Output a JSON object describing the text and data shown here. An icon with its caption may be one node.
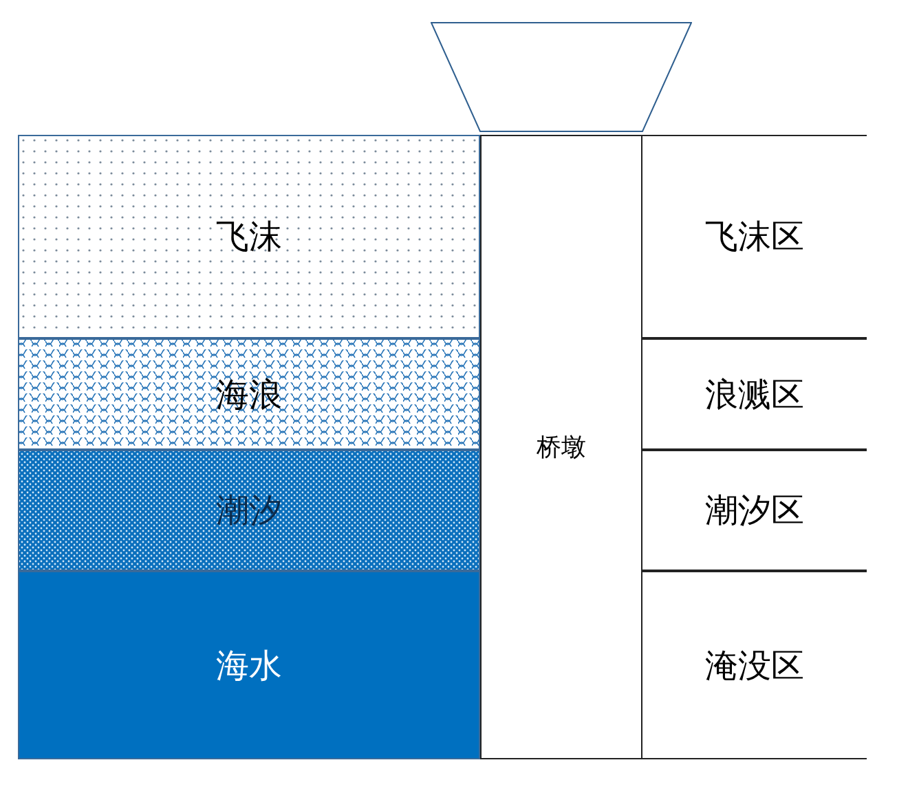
{
  "diagram": {
    "nodes": [
      {
        "text": [
          "飞沫"
        ]
      },
      {
        "text": [
          "海浪"
        ]
      },
      {
        "text": [
          "潮汐"
        ]
      },
      {
        "text": [
          "海水"
        ]
      },
      {
        "text": [
          "桥墩"
        ]
      },
      {
        "text": [],
        "shape": "trapezoid"
      },
      {
        "text": [
          "飞沫区"
        ]
      },
      {
        "text": [
          "浪溅区"
        ]
      },
      {
        "text": [
          "潮汐区"
        ]
      },
      {
        "text": [
          "淹没区"
        ]
      }
    ],
    "edges": []
  }
}
